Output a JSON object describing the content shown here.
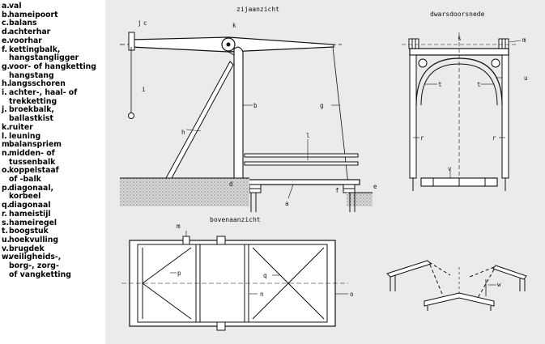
{
  "legend": [
    {
      "letter": "a.",
      "text": "val"
    },
    {
      "letter": "b.",
      "text": "hameipoort"
    },
    {
      "letter": "c.",
      "text": "balans"
    },
    {
      "letter": "d.",
      "text": "achterhar"
    },
    {
      "letter": "e.",
      "text": "voorhar"
    },
    {
      "letter": "f.",
      "text": "kettingbalk,\nhangstangligger"
    },
    {
      "letter": "g.",
      "text": "voor- of hangketting\nhangstang"
    },
    {
      "letter": "h.",
      "text": "langsschoren"
    },
    {
      "letter": "i.",
      "text": "achter-, haal- of\ntrekketting"
    },
    {
      "letter": "j.",
      "text": "broekbalk,\nballastkist"
    },
    {
      "letter": "k.",
      "text": "ruiter"
    },
    {
      "letter": "l.",
      "text": "leuning"
    },
    {
      "letter": "m.",
      "text": "balanspriem"
    },
    {
      "letter": "n.",
      "text": "midden- of\ntussenbalk"
    },
    {
      "letter": "o.",
      "text": "koppelstaaf\nof -balk"
    },
    {
      "letter": "p.",
      "text": "diagonaal,\nkorbeel"
    },
    {
      "letter": "q.",
      "text": "diagonaal"
    },
    {
      "letter": "r.",
      "text": "hameistijl"
    },
    {
      "letter": "s.",
      "text": "hameiregel"
    },
    {
      "letter": "t.",
      "text": "boogstuk"
    },
    {
      "letter": "u.",
      "text": "hoekvulling"
    },
    {
      "letter": "v.",
      "text": "brugdek"
    },
    {
      "letter": "w.",
      "text": "veiligheids-,\nborg-, zorg-\nof vangketting"
    }
  ],
  "views": {
    "side": "zijaanzicht",
    "section": "dwarsdoorsnede",
    "top": "bovenaanzicht"
  },
  "labels": {
    "a": "a",
    "b": "b",
    "c": "c",
    "d": "d",
    "e": "e",
    "f": "f",
    "g": "g",
    "h": "h",
    "i": "i",
    "j": "j",
    "k": "k",
    "l": "l",
    "m": "m",
    "n": "n",
    "o": "o",
    "p": "p",
    "q": "q",
    "r": "r",
    "s": "s",
    "t": "t",
    "u": "u",
    "v": "v",
    "w": "w"
  }
}
